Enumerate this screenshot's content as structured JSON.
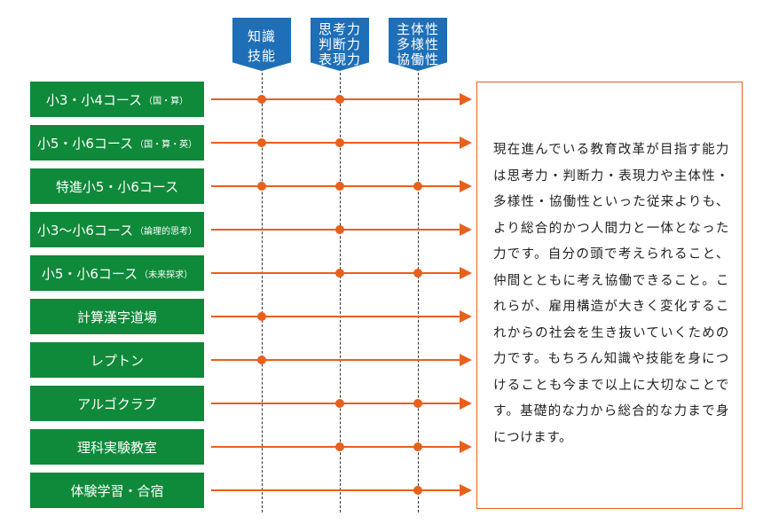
{
  "columns": [
    {
      "lines": [
        "知識",
        "技能"
      ]
    },
    {
      "lines": [
        "思考力",
        "判断力",
        "表現力"
      ]
    },
    {
      "lines": [
        "主体性",
        "多様性",
        "協働性"
      ]
    }
  ],
  "courses": [
    {
      "label": "小3・小4コース",
      "sub": "（国・算）",
      "marks": [
        true,
        true,
        false
      ]
    },
    {
      "label": "小5・小6コース",
      "sub": "（国・算・英）",
      "marks": [
        true,
        true,
        false
      ]
    },
    {
      "label": "特進小5・小6コース",
      "sub": "",
      "marks": [
        true,
        true,
        true
      ]
    },
    {
      "label": "小3〜小6コース",
      "sub": "（論理的思考）",
      "marks": [
        false,
        true,
        false
      ]
    },
    {
      "label": "小5・小6コース",
      "sub": "（未来探求）",
      "marks": [
        false,
        true,
        true
      ]
    },
    {
      "label": "計算漢字道場",
      "sub": "",
      "marks": [
        true,
        false,
        false
      ]
    },
    {
      "label": "レプトン",
      "sub": "",
      "marks": [
        true,
        false,
        false
      ]
    },
    {
      "label": "アルゴクラブ",
      "sub": "",
      "marks": [
        false,
        true,
        true
      ]
    },
    {
      "label": "理科実験教室",
      "sub": "",
      "marks": [
        false,
        true,
        true
      ]
    },
    {
      "label": "体験学習・合宿",
      "sub": "",
      "marks": [
        false,
        false,
        true
      ]
    }
  ],
  "description": "現在進んでいる教育改革が目指す能力は思考力・判断力・表現力や主体性・多様性・協働性といった従来よりも、より総合的かつ人間力と一体となった力です。自分の頭で考えられること、仲間とともに考え協働できること。これらが、雇用構造が大きく変化するこれからの社会を生き抜いていくための力です。もちろん知識や技能を身につけることも今まで以上に大切なことです。基礎的な力から総合的な力まで身につけます。",
  "colors": {
    "course_bg": "#0f8a3a",
    "banner_bg": "#1e6fb8",
    "accent": "#e8601c"
  }
}
